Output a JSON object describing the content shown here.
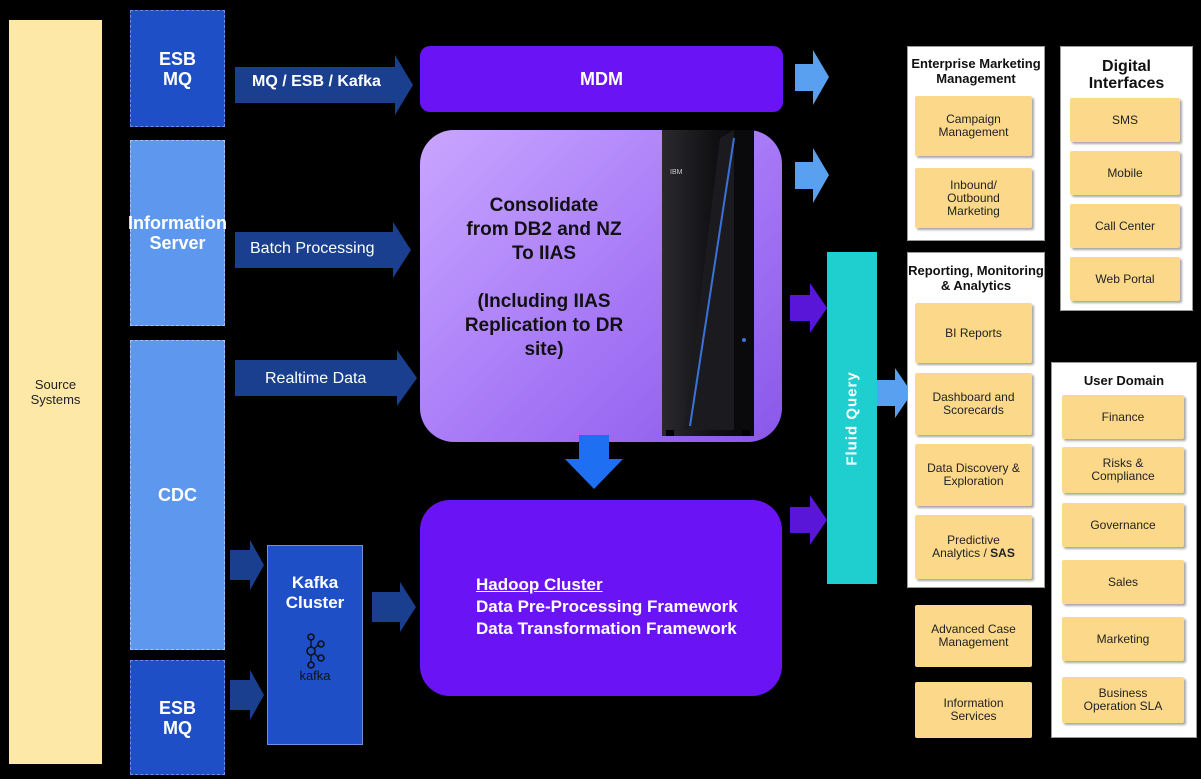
{
  "source": {
    "label_line1": "Source",
    "label_line2": "Systems"
  },
  "left_column": {
    "esb_mq_top": {
      "line1": "ESB",
      "line2": "MQ"
    },
    "information_server": {
      "line1": "Information",
      "line2": "Server"
    },
    "cdc": {
      "label": "CDC"
    },
    "esb_mq_bottom": {
      "line1": "ESB",
      "line2": "MQ"
    }
  },
  "flows": {
    "mq_esb_kafka": "MQ / ESB / Kafka",
    "batch_processing": "Batch Processing",
    "realtime_data": "Realtime Data"
  },
  "mdm": {
    "label": "MDM"
  },
  "iias": {
    "line1": "Consolidate",
    "line2": "from DB2 and NZ",
    "line3": "To IIAS",
    "line4": "(Including  IIAS",
    "line5": "Replication  to DR",
    "line6": "site)",
    "server_brand": "IBM"
  },
  "kafka": {
    "line1": "Kafka",
    "line2": "Cluster",
    "logo_text": "kafka"
  },
  "hadoop": {
    "title": "Hadoop Cluster",
    "line1": "Data Pre-Processing Framework",
    "line2": "Data Transformation Framework"
  },
  "fluid_query": {
    "label": "Fluid Query"
  },
  "enterprise_marketing": {
    "title_line1": "Enterprise Marketing",
    "title_line2": "Management",
    "items": [
      {
        "line1": "Campaign",
        "line2": "Management",
        "line3": ""
      },
      {
        "line1": "Inbound/",
        "line2": "Outbound",
        "line3": "Marketing"
      }
    ]
  },
  "digital_interfaces": {
    "title_line1": "Digital",
    "title_line2": "Interfaces",
    "items": [
      "SMS",
      "Mobile",
      "Call Center",
      "Web Portal"
    ]
  },
  "reporting": {
    "title_line1": "Reporting, Monitoring",
    "title_line2": "& Analytics",
    "items": [
      {
        "line1": "BI Reports",
        "line2": ""
      },
      {
        "line1": "Dashboard and",
        "line2": "Scorecards"
      },
      {
        "line1": "Data Discovery &",
        "line2": "Exploration"
      },
      {
        "line1": "Predictive",
        "line2": "Analytics / ",
        "bold": "SAS"
      }
    ]
  },
  "standalone": [
    {
      "line1": "Advanced Case",
      "line2": "Management"
    },
    {
      "line1": "Information",
      "line2": "Services"
    }
  ],
  "user_domain": {
    "title": "User Domain",
    "items": [
      {
        "line1": "Finance",
        "line2": ""
      },
      {
        "line1": "Risks &",
        "line2": "Compliance"
      },
      {
        "line1": "Governance",
        "line2": ""
      },
      {
        "line1": "Sales",
        "line2": ""
      },
      {
        "line1": "Marketing",
        "line2": ""
      },
      {
        "line1": "Business",
        "line2": "Operation SLA"
      }
    ]
  },
  "colors": {
    "background": "#000000",
    "source": "#fde8a8",
    "esb_dark": "#1f4fc6",
    "esb_light": "#5e97ee",
    "mdm_purple": "#6a14f5",
    "iias_lavender": "#b28af7",
    "fluid_teal": "#1fcfcf",
    "card_yellow": "#fcd98a",
    "arrow_dark": "#1a3f8f",
    "arrow_light": "#5aa0f0"
  }
}
